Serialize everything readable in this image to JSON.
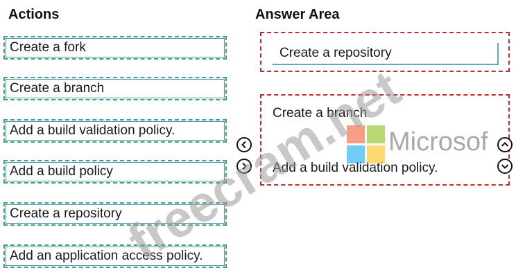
{
  "actions": {
    "heading": "Actions",
    "items": [
      "Create a fork",
      "Create a branch",
      "Add a build validation policy.",
      "Add a build policy",
      "Create a repository",
      "Add an application access policy."
    ]
  },
  "answer_area": {
    "heading": "Answer Area",
    "slots": [
      [
        "Create a repository"
      ],
      [
        "Create a branch",
        "Add a build validation policy."
      ]
    ]
  },
  "controls": {
    "move_left_icon": "chevron-left-icon",
    "move_right_icon": "chevron-right-icon",
    "move_up_icon": "chevron-up-icon",
    "move_down_icon": "chevron-down-icon"
  },
  "watermark": {
    "site": "freecram.net",
    "brand": "Microsof"
  },
  "colors": {
    "action_border": "#3aa57a",
    "answer_border": "#c8282e",
    "ms_red": "#f25022",
    "ms_green": "#7fba00",
    "ms_blue": "#00a4ef",
    "ms_yellow": "#ffb900"
  }
}
